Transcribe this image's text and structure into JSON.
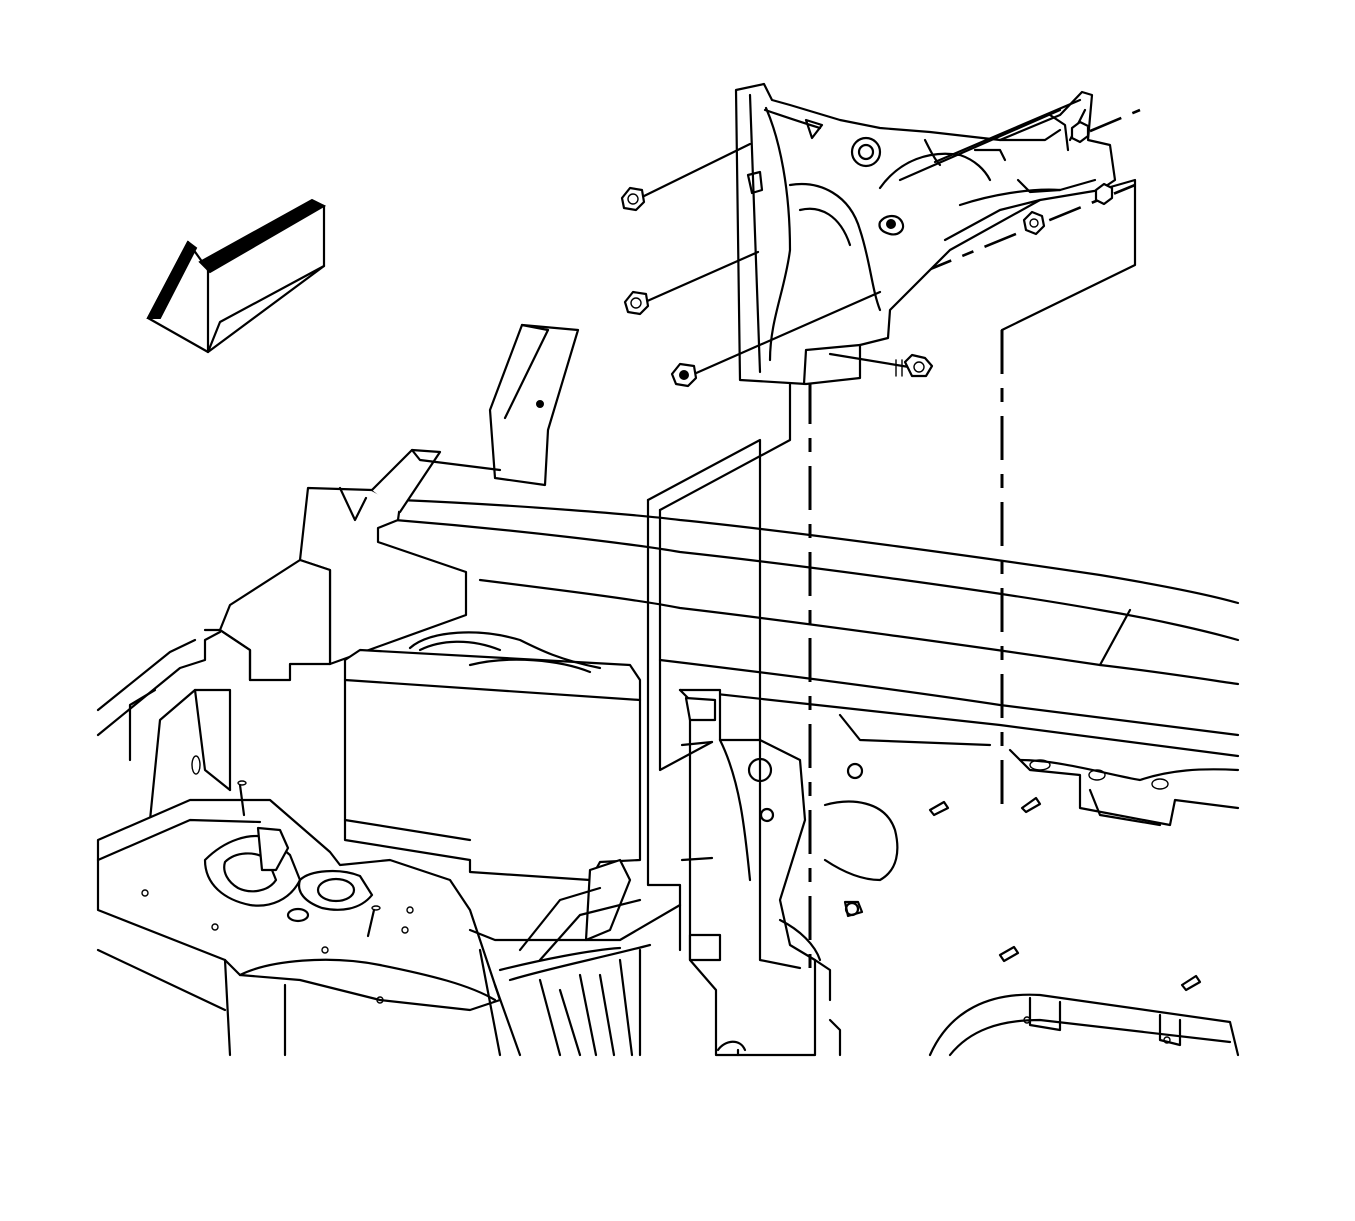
{
  "diagram": {
    "style": "black line-art exploded view, white background",
    "colors": {
      "line": "#000000",
      "background": "#ffffff"
    },
    "components": [
      {
        "id": "direction-arrow",
        "icon": "front-direction-arrow-icon"
      },
      {
        "id": "radiator-support-bracket",
        "icon": "bracket-icon"
      },
      {
        "id": "fasteners",
        "icon": "bolt-icon",
        "count": 7
      },
      {
        "id": "radiator-support",
        "icon": "frame-panel-icon"
      },
      {
        "id": "front-fender-apron",
        "icon": "apron-icon"
      },
      {
        "id": "headlamp-mount-panel",
        "icon": "panel-icon"
      }
    ]
  }
}
